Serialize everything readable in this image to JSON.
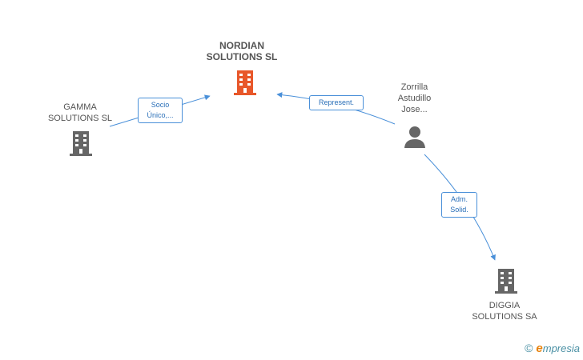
{
  "nodes": {
    "nordian": {
      "line1": "NORDIAN",
      "line2": "SOLUTIONS SL",
      "color": "#e8572a"
    },
    "gamma": {
      "line1": "GAMMA",
      "line2": "SOLUTIONS SL",
      "color": "#666666"
    },
    "zorrilla": {
      "line1": "Zorrilla",
      "line2": "Astudillo",
      "line3": "Jose...",
      "color": "#666666"
    },
    "diggia": {
      "line1": "DIGGIA",
      "line2": "SOLUTIONS SA",
      "color": "#666666"
    }
  },
  "edges": {
    "gamma_nordian": {
      "line1": "Socio",
      "line2": "Único,..."
    },
    "zorrilla_nordian": {
      "line1": "Represent."
    },
    "zorrilla_diggia": {
      "line1": "Adm.",
      "line2": "Solid."
    }
  },
  "footer": {
    "copyright": "©",
    "brand_initial": "e",
    "brand_rest": "mpresia"
  },
  "colors": {
    "edge": "#4a90d9"
  }
}
